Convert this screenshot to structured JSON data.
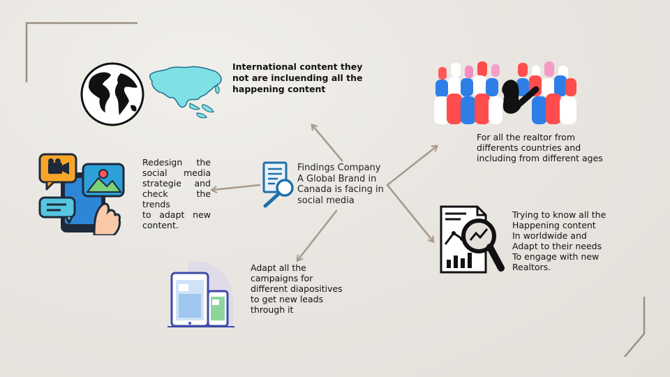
{
  "center": {
    "lines": [
      "Findings Company",
      "A Global Brand in",
      "Canada is facing in",
      "social media"
    ]
  },
  "nodes": {
    "international": {
      "lines": [
        "International content they",
        "not are incluending all the",
        "happening content"
      ]
    },
    "realtors": {
      "lines": [
        "For all the realtor from",
        "differents countries and",
        "including from different ages"
      ]
    },
    "redesign": {
      "lines": [
        "Redesign the",
        "social media",
        "strategie and",
        "check the trends",
        "to adapt new",
        "content."
      ]
    },
    "happening": {
      "lines": [
        "Trying to know all the",
        "Happening content",
        "In worldwide and",
        "Adapt to their needs",
        "To engage with new",
        "Realtors."
      ]
    },
    "campaigns": {
      "lines": [
        "Adapt all the",
        "campaigns for",
        "different diapositives",
        "to get new leads",
        "through it"
      ]
    }
  },
  "colors": {
    "arrow": "#a89b8c",
    "frame": "#9a8f84",
    "accent_blue": "#1f6fa8",
    "map_cyan": "#7fe0e6"
  },
  "icons": {
    "globe": "globe-icon",
    "asia_map": "asia-map-icon",
    "crowd": "crowd-icon",
    "findings": "document-search-icon",
    "social": "social-media-icon",
    "analytics": "analytics-search-icon",
    "devices": "devices-icon"
  }
}
